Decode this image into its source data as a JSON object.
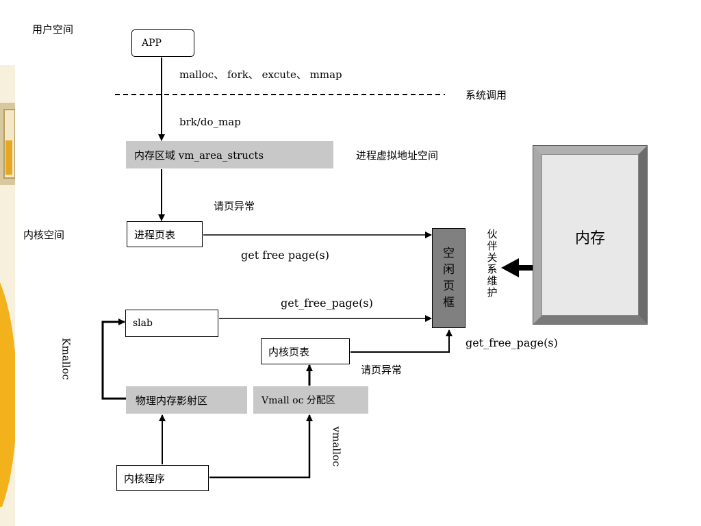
{
  "labels": {
    "user_space": "用户空间",
    "kernel_space": "内核空间",
    "syscall": "系统调用",
    "syscall_functions": "malloc、 fork、 excute、 mmap",
    "brk_do_map": "brk/do_map",
    "process_virtual_space": "进程虚拟地址空间",
    "page_fault_1": "请页异常",
    "get_free_pages_1": "get  free  page(s)",
    "get_free_pages_2": "get_free_page(s)",
    "get_free_pages_3": "get_free_page(s)",
    "page_fault_2": "请页异常",
    "kmalloc": "Kmalloc",
    "vmalloc": "vmalloc",
    "buddy": [
      "伙",
      "伴",
      "关",
      "系",
      "维",
      "护"
    ]
  },
  "boxes": {
    "app": "APP",
    "vm_area": "内存区域  vm_area_structs",
    "process_page_table": "进程页表",
    "slab": "slab",
    "kernel_page_table": "内核页表",
    "phys_map": "物理内存影射区",
    "vmalloc_area": "Vmall oc 分配区",
    "kernel_program": "内核程序",
    "free_frames": [
      "空",
      "闲",
      "页",
      "框"
    ],
    "memory": "内存"
  },
  "colors": {
    "gray_box": "#c8c8c8",
    "free_frame": "#808080",
    "memory_fill": "#e8e8e8",
    "deco_gold": "#f3b21c",
    "deco_cream": "#f7f0dc"
  }
}
